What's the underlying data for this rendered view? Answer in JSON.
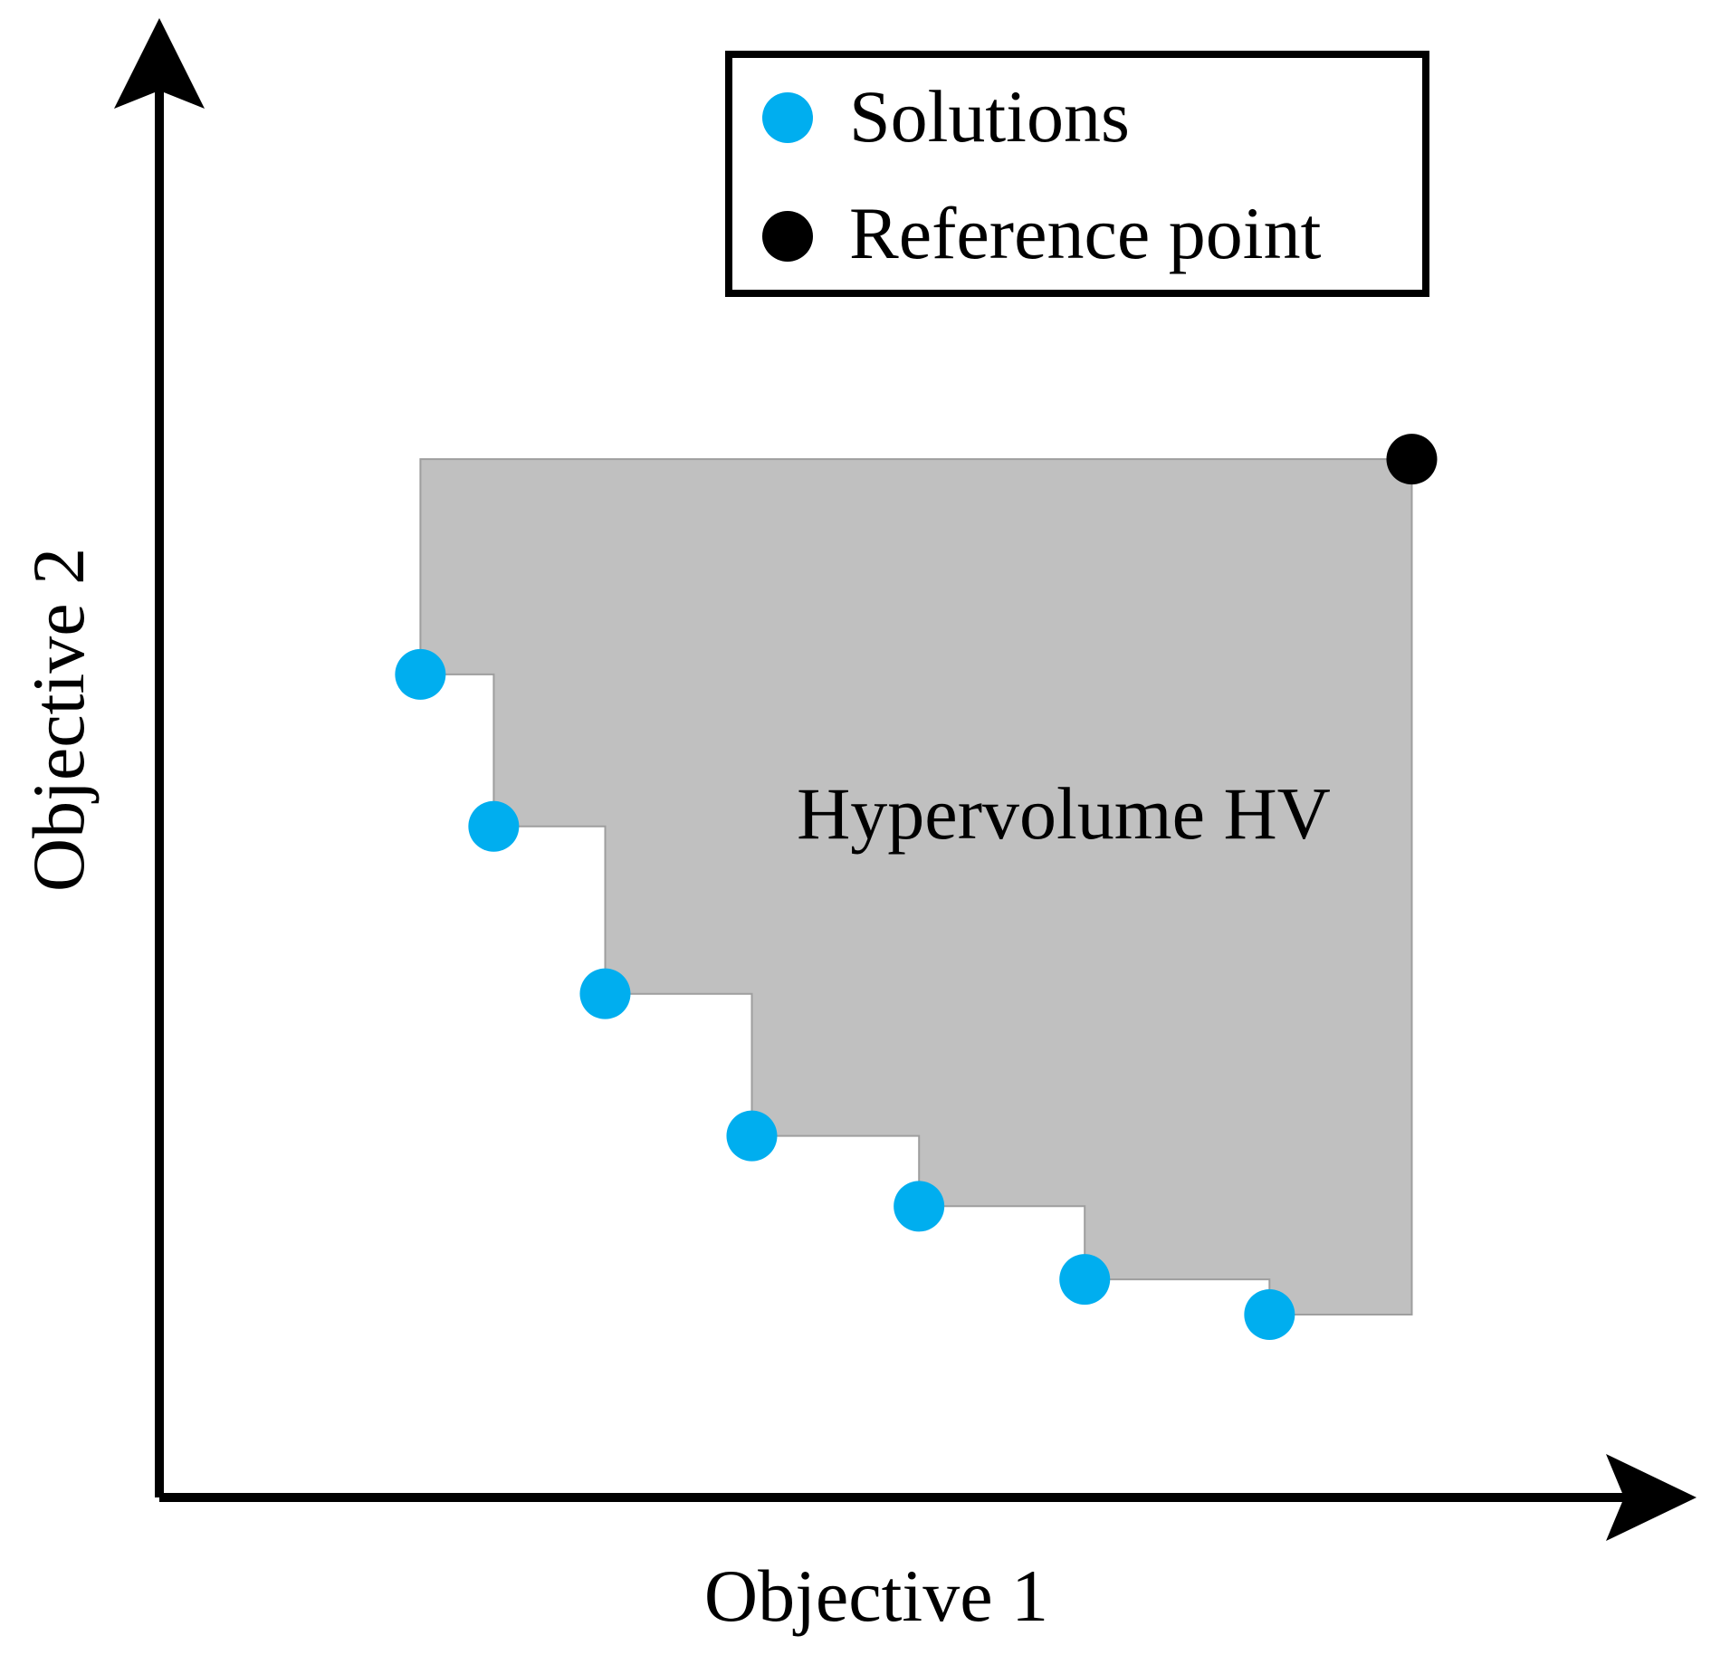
{
  "colors": {
    "solution": "#00AEEF",
    "reference": "#000000",
    "hv_fill": "#C0C0C0",
    "hv_stroke": "#9E9E9E",
    "axis": "#000000",
    "background": "#FFFFFF"
  },
  "axes": {
    "x_label": "Objective 1",
    "y_label": "Objective 2"
  },
  "legend": {
    "placement": "top-right",
    "items": [
      {
        "label": "Solutions",
        "color_key": "solution"
      },
      {
        "label": "Reference point",
        "color_key": "reference"
      }
    ]
  },
  "region_label": "Hypervolume HV",
  "chart_data": {
    "type": "scatter",
    "xlabel": "Objective 1",
    "ylabel": "Objective 2",
    "xlim": [
      0,
      100
    ],
    "ylim": [
      0,
      100
    ],
    "grid": false,
    "series": [
      {
        "name": "Solutions",
        "points": [
          {
            "x": 17.8,
            "y": 58.5
          },
          {
            "x": 22.8,
            "y": 47.7
          },
          {
            "x": 30.4,
            "y": 35.8
          },
          {
            "x": 40.4,
            "y": 25.7
          },
          {
            "x": 51.8,
            "y": 20.7
          },
          {
            "x": 63.1,
            "y": 15.5
          },
          {
            "x": 75.7,
            "y": 13.0
          }
        ]
      },
      {
        "name": "Reference point",
        "points": [
          {
            "x": 85.4,
            "y": 73.8
          }
        ]
      }
    ],
    "shaded_region": {
      "label": "Hypervolume HV"
    }
  }
}
